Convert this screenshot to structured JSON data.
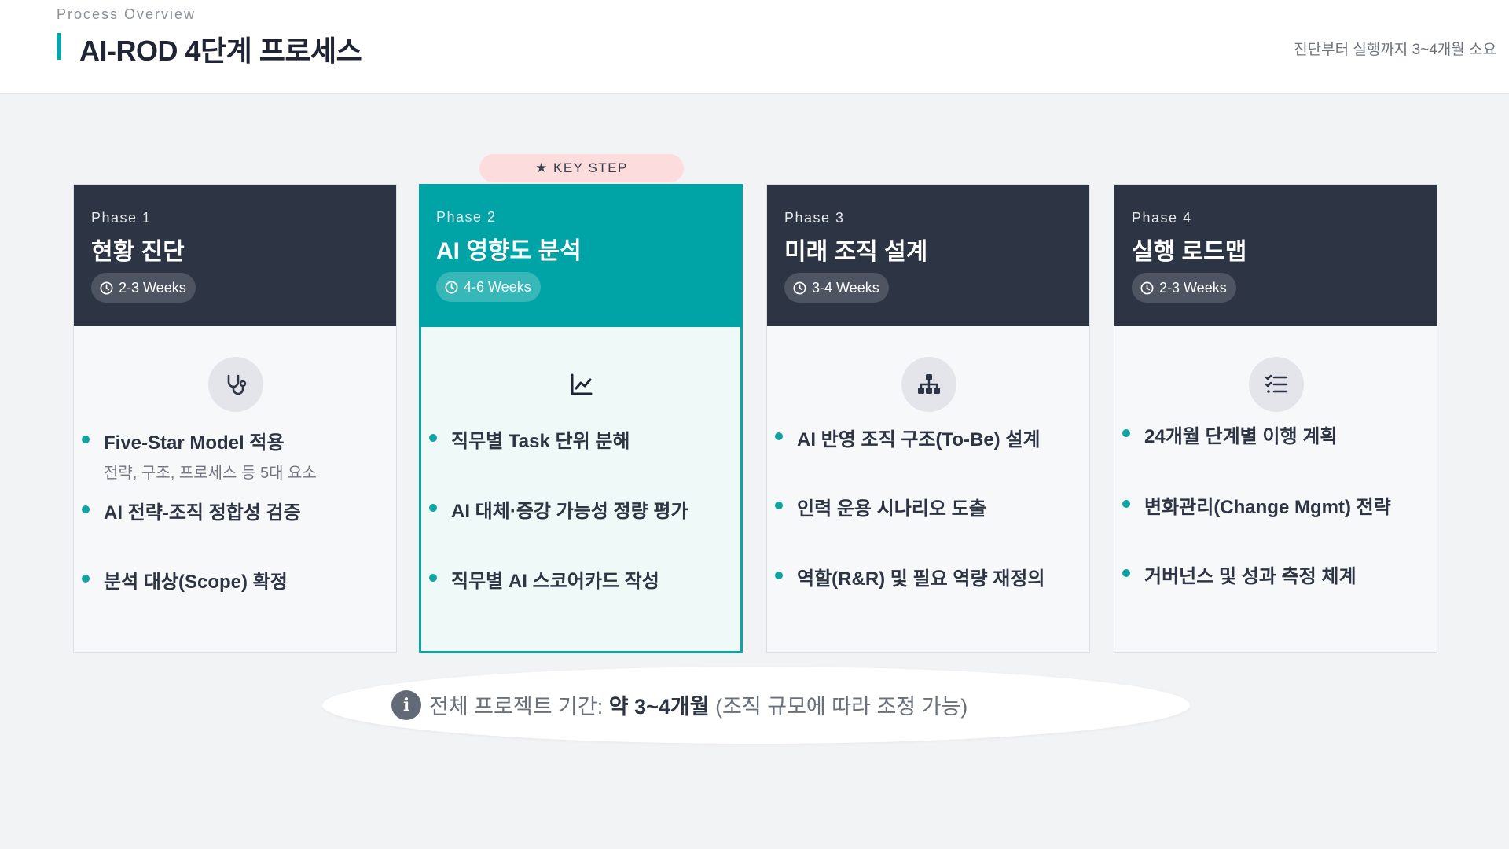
{
  "header": {
    "eyebrow": "Process Overview",
    "title": "AI-ROD 4단계 프로세스",
    "subtitle": "진단부터 실행까지 3~4개월 소요"
  },
  "key_badge": "★ KEY STEP",
  "phases": [
    {
      "label": "Phase 1",
      "title": "현황 진단",
      "duration": "2-3 Weeks",
      "icon": "stethoscope-icon",
      "items": [
        {
          "text": "Five-Star Model 적용",
          "sub": "전략, 구조, 프로세스 등 5대 요소"
        },
        {
          "text": "AI 전략-조직 정합성 검증"
        },
        {
          "text": "분석 대상(Scope) 확정"
        }
      ]
    },
    {
      "label": "Phase 2",
      "title": "AI 영향도 분석",
      "duration": "4-6 Weeks",
      "icon": "line-chart-icon",
      "items": [
        {
          "text": "직무별 Task 단위 분해"
        },
        {
          "text": "AI 대체·증강 가능성 정량 평가"
        },
        {
          "text": "직무별 AI 스코어카드 작성"
        }
      ]
    },
    {
      "label": "Phase 3",
      "title": "미래 조직 설계",
      "duration": "3-4 Weeks",
      "icon": "org-chart-icon",
      "items": [
        {
          "text": "AI 반영 조직 구조(To-Be) 설계"
        },
        {
          "text": "인력 운용 시나리오 도출"
        },
        {
          "text": "역할(R&R) 및 필요 역량 재정의"
        }
      ]
    },
    {
      "label": "Phase 4",
      "title": "실행 로드맵",
      "duration": "2-3 Weeks",
      "icon": "checklist-icon",
      "items": [
        {
          "text": "24개월 단계별 이행 계획"
        },
        {
          "text": "변화관리(Change Mgmt) 전략"
        },
        {
          "text": "거버넌스 및 성과 측정 체계"
        }
      ]
    }
  ],
  "note": {
    "icon": "info-icon",
    "prefix": "전체 프로젝트 기간: ",
    "strong": "약 3~4개월",
    "suffix": " (조직 규모에 따라 조정 가능)"
  },
  "colors": {
    "accent": "#0fa3a3",
    "dark": "#2d3443",
    "key_bg": "#effaf8",
    "badge": "#fcdcdc"
  }
}
